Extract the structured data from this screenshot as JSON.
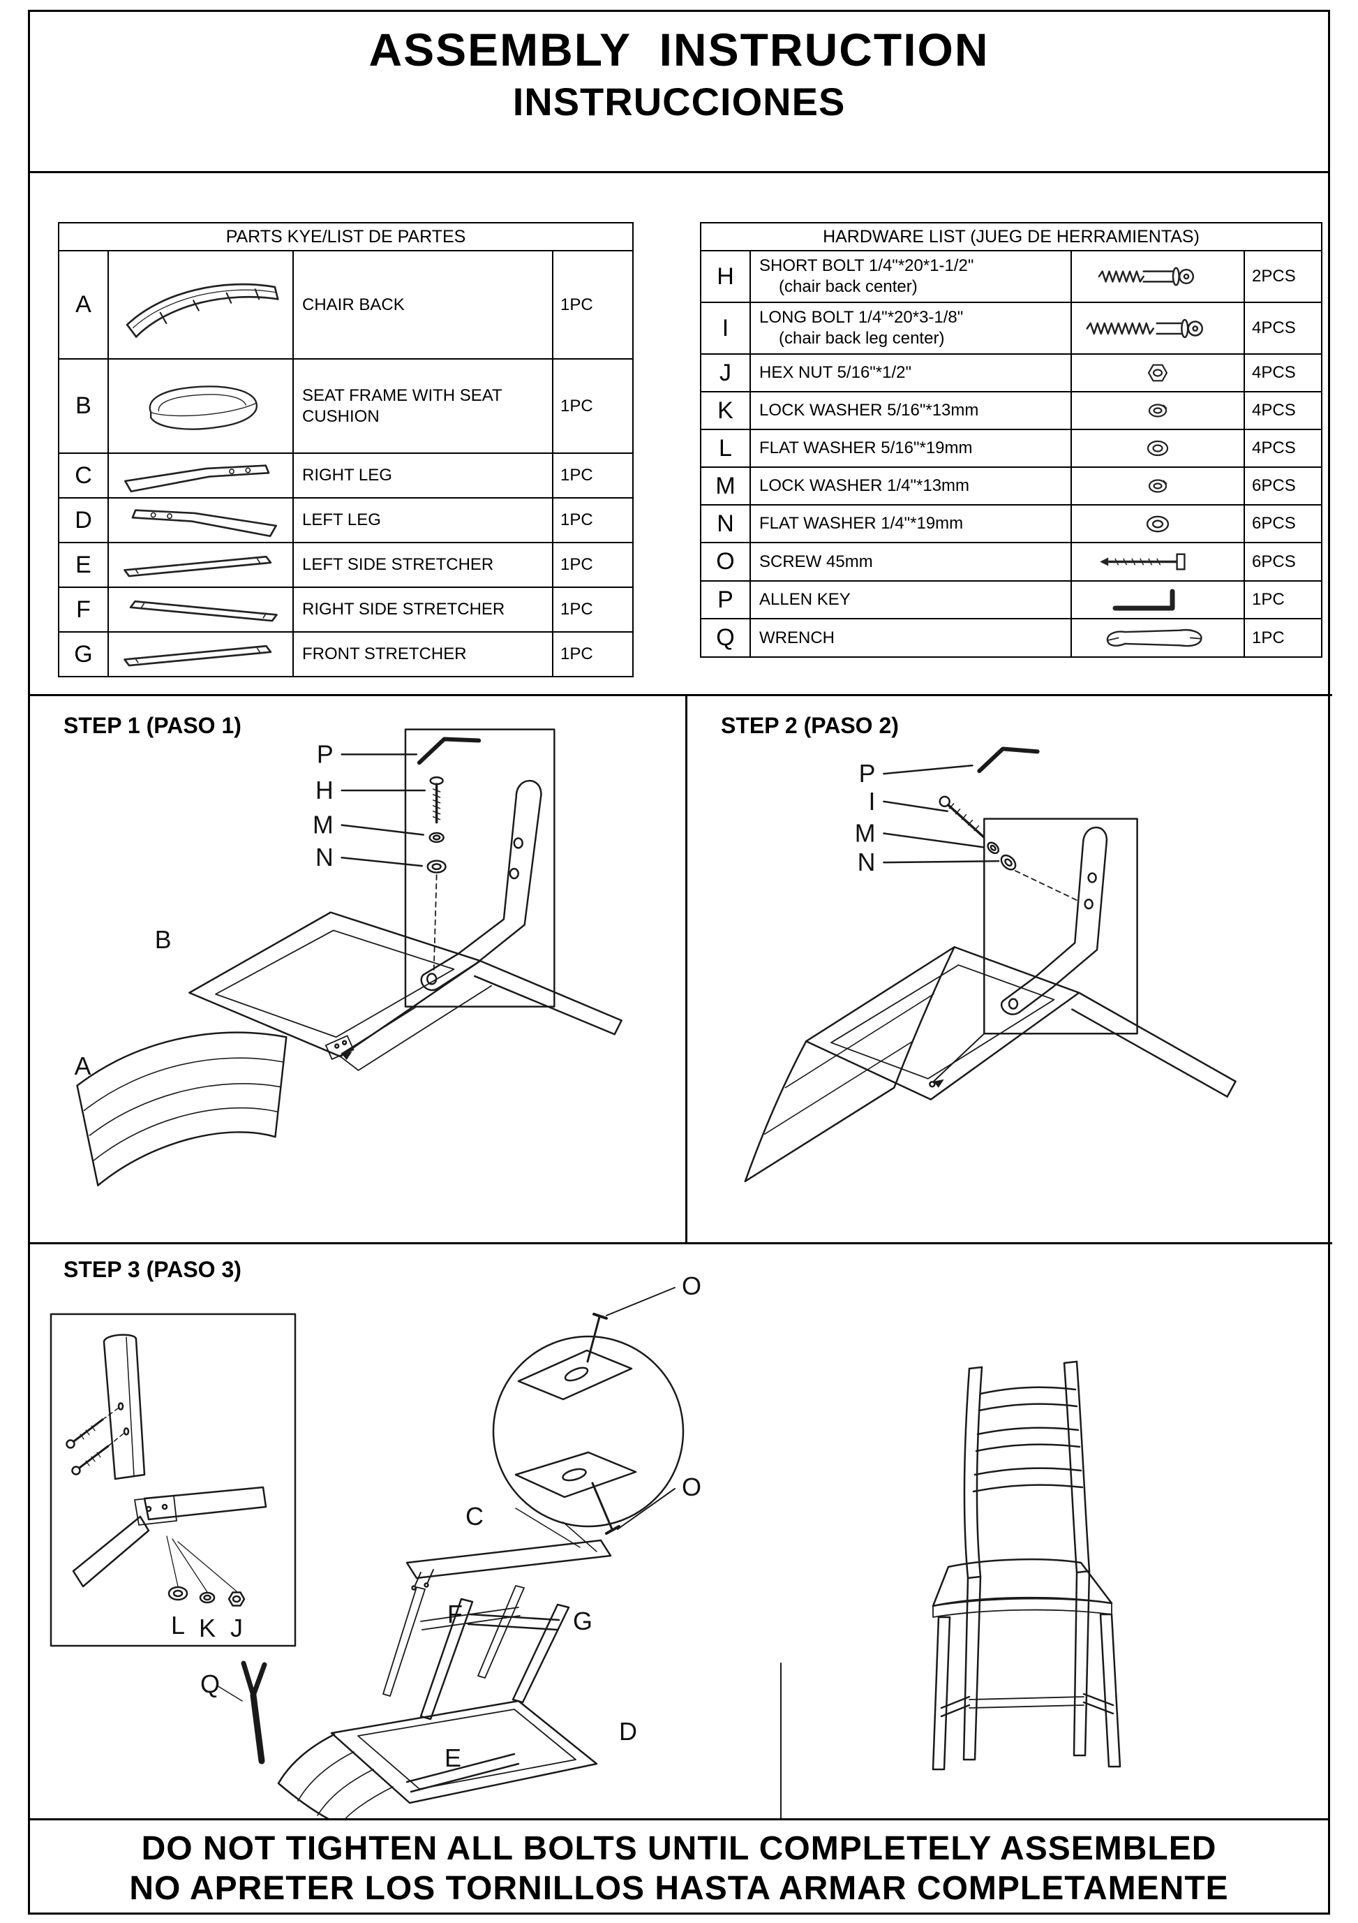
{
  "page": {
    "title": "ASSEMBLY  INSTRUCTION",
    "subtitle": "INSTRUCCIONES"
  },
  "parts_table": {
    "header": "PARTS KYE/LIST DE PARTES",
    "rows": [
      {
        "letter": "A",
        "icon": "chair-back",
        "name": "CHAIR BACK",
        "qty": "1PC"
      },
      {
        "letter": "B",
        "icon": "seat-cushion",
        "name": "SEAT FRAME WITH SEAT CUSHION",
        "qty": "1PC"
      },
      {
        "letter": "C",
        "icon": "right-leg",
        "name": "RIGHT LEG",
        "qty": "1PC"
      },
      {
        "letter": "D",
        "icon": "left-leg",
        "name": "LEFT LEG",
        "qty": "1PC"
      },
      {
        "letter": "E",
        "icon": "left-side-stretcher",
        "name": "LEFT SIDE STRETCHER",
        "qty": "1PC"
      },
      {
        "letter": "F",
        "icon": "right-side-stretcher",
        "name": "RIGHT SIDE STRETCHER",
        "qty": "1PC"
      },
      {
        "letter": "G",
        "icon": "front-stretcher",
        "name": "FRONT STRETCHER",
        "qty": "1PC"
      }
    ]
  },
  "hardware_table": {
    "header": "HARDWARE LIST (JUEG DE HERRAMIENTAS)",
    "rows": [
      {
        "letter": "H",
        "icon": "short-bolt",
        "name": "SHORT BOLT 1/4\"*20*1-1/2\"",
        "sub": "(chair back center)",
        "qty": "2PCS"
      },
      {
        "letter": "I",
        "icon": "long-bolt",
        "name": "LONG BOLT 1/4\"*20*3-1/8\"",
        "sub": "(chair back leg center)",
        "qty": "4PCS"
      },
      {
        "letter": "J",
        "icon": "hex-nut",
        "name": "HEX NUT 5/16\"*1/2\"",
        "sub": "",
        "qty": "4PCS"
      },
      {
        "letter": "K",
        "icon": "lock-washer",
        "name": "LOCK WASHER 5/16\"*13mm",
        "sub": "",
        "qty": "4PCS"
      },
      {
        "letter": "L",
        "icon": "flat-washer",
        "name": "FLAT WASHER 5/16\"*19mm",
        "sub": "",
        "qty": "4PCS"
      },
      {
        "letter": "M",
        "icon": "lock-washer",
        "name": "LOCK WASHER 1/4\"*13mm",
        "sub": "",
        "qty": "6PCS"
      },
      {
        "letter": "N",
        "icon": "flat-washer",
        "name": "FLAT WASHER 1/4\"*19mm",
        "sub": "",
        "qty": "6PCS"
      },
      {
        "letter": "O",
        "icon": "screw",
        "name": "SCREW 45mm",
        "sub": "",
        "qty": "6PCS"
      },
      {
        "letter": "P",
        "icon": "allen-key",
        "name": "ALLEN KEY",
        "sub": "",
        "qty": "1PC"
      },
      {
        "letter": "Q",
        "icon": "wrench",
        "name": "WRENCH",
        "sub": "",
        "qty": "1PC"
      }
    ]
  },
  "steps": {
    "step1": {
      "title": "STEP 1 (PASO 1)",
      "callout_p": "P",
      "callout_h": "H",
      "callout_m": "M",
      "callout_n": "N",
      "label_a": "A",
      "label_b": "B"
    },
    "step2": {
      "title": "STEP 2 (PASO 2)",
      "callout_p": "P",
      "callout_i": "I",
      "callout_m": "M",
      "callout_n": "N"
    },
    "step3": {
      "title": "STEP 3 (PASO 3)",
      "label_o_top": "O",
      "label_o_bottom": "O",
      "label_c": "C",
      "label_l": "L",
      "label_k": "K",
      "label_j": "J",
      "label_q": "Q",
      "label_f": "F",
      "label_g": "G",
      "label_d": "D",
      "label_e": "E"
    }
  },
  "footer": {
    "line1": "DO NOT TIGHTEN ALL BOLTS UNTIL COMPLETELY ASSEMBLED",
    "line2": "NO APRETER LOS TORNILLOS HASTA ARMAR COMPLETAMENTE"
  }
}
